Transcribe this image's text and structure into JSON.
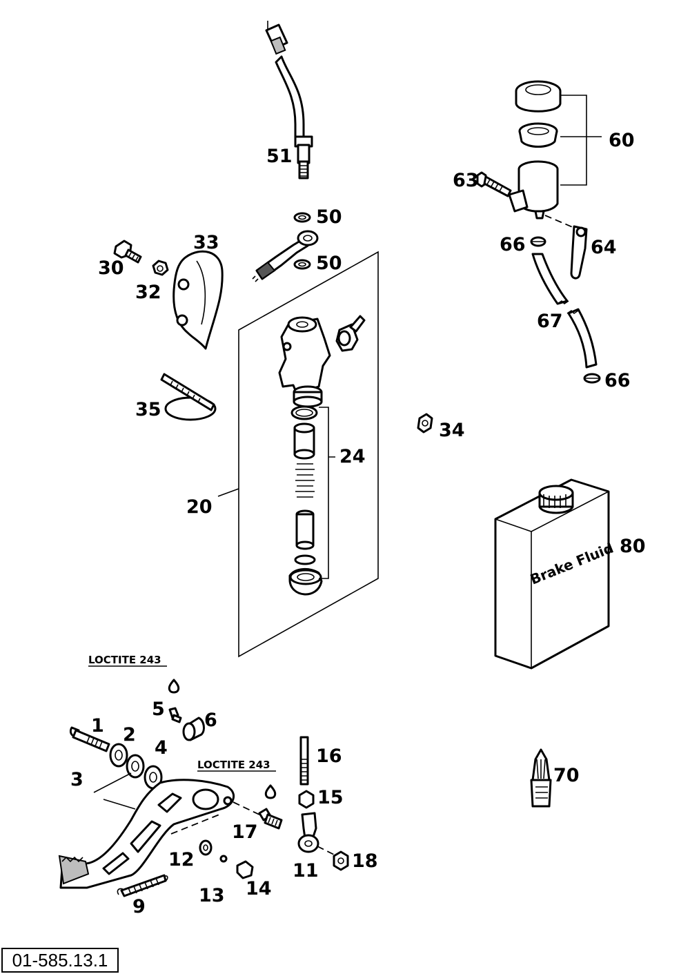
{
  "diagram_code": "01-585.13.1",
  "threadlocker_label_1": "LOCTITE 243",
  "threadlocker_label_2": "LOCTITE 243",
  "fluid_can_text": "Brake Fluid",
  "callouts": {
    "p1": "1",
    "p2": "2",
    "p3": "3",
    "p4": "4",
    "p5": "5",
    "p6": "6",
    "p9": "9",
    "p11": "11",
    "p12": "12",
    "p13": "13",
    "p14": "14",
    "p15": "15",
    "p16": "16",
    "p17": "17",
    "p18": "18",
    "p20": "20",
    "p24": "24",
    "p30": "30",
    "p32": "32",
    "p33": "33",
    "p34": "34",
    "p35": "35",
    "p50a": "50",
    "p50b": "50",
    "p51": "51",
    "p60": "60",
    "p63": "63",
    "p64": "64",
    "p66a": "66",
    "p66b": "66",
    "p67": "67",
    "p70": "70",
    "p80": "80"
  }
}
